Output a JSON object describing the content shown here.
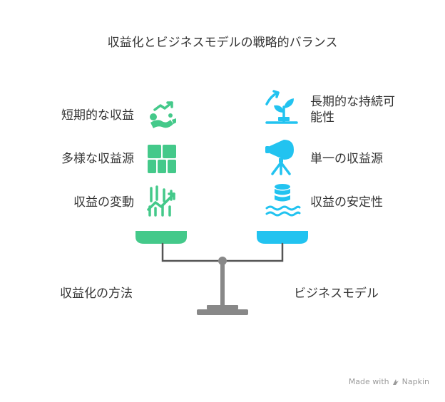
{
  "title": "収益化とビジネスモデルの戦略的バランス",
  "left": {
    "caption": "収益化の方法",
    "color": "#44c98a",
    "items": [
      {
        "label": "短期的な収益",
        "icon": "running-person-icon"
      },
      {
        "label": "多様な収益源",
        "icon": "grid-icon"
      },
      {
        "label": "収益の変動",
        "icon": "fluctuating-chart-icon"
      }
    ]
  },
  "right": {
    "caption": "ビジネスモデル",
    "color": "#22c3f0",
    "items": [
      {
        "label": "長期的な持続可能性",
        "line1": "長期的な持続可",
        "line2": "能性",
        "icon": "growing-plant-icon"
      },
      {
        "label": "単一の収益源",
        "icon": "tripod-speaker-icon"
      },
      {
        "label": "収益の安定性",
        "icon": "database-waves-icon"
      }
    ]
  },
  "scale_color": "#888888",
  "credit": {
    "text": "Made with",
    "brand": "Napkin"
  }
}
